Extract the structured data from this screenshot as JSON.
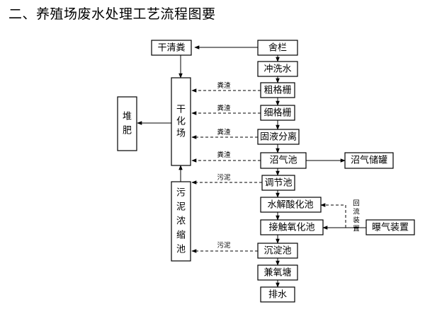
{
  "title": "二、养殖场废水处理工艺流程图要",
  "nodes": {
    "shed": "舍栏",
    "dry_manure": "干清粪",
    "flush": "冲洗水",
    "coarse_grille": "粗格栅",
    "fine_grille": "细格栅",
    "solid_liquid_sep": "固液分离",
    "biogas_tank": "沼气池",
    "biogas_storage": "沼气储罐",
    "regulating_tank": "调节池",
    "hydrolysis_tank": "水解酸化池",
    "contact_oxidation_tank": "接触氧化池",
    "aeration_device": "曝气装置",
    "sedimentation_tank": "沉淀池",
    "facultative_pond": "兼氧塘",
    "discharge": "排水",
    "drying_yard": "干化场",
    "sludge_thickening_tank": "污泥浓缩池",
    "compost": "堆肥"
  },
  "edge_labels": {
    "manure_residue": "粪渣",
    "sludge": "污泥",
    "reflux_device": "回流装置"
  }
}
